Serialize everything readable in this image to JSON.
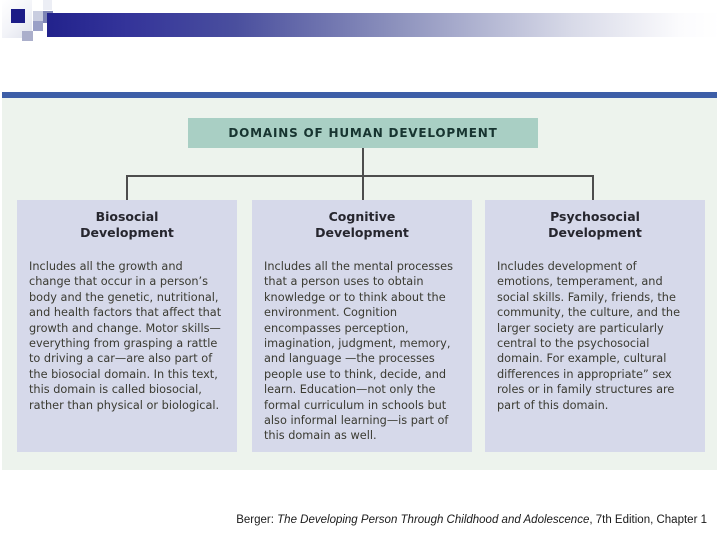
{
  "decoration": {
    "navy_square_color": "#1c1c87",
    "bar_gradient_start": "#22228c",
    "bar_gradient_end": "#ffffff"
  },
  "colors": {
    "blue_rule": "#3d5ea7",
    "panel_bg": "#edf3ed",
    "title_box_bg": "#a9cfc4",
    "domain_box_bg": "#d6d9ea",
    "connector": "#4d4d4d"
  },
  "diagram": {
    "title": "DOMAINS OF HUMAN DEVELOPMENT",
    "boxes": [
      {
        "heading_line1": "Biosocial",
        "heading_line2": "Development",
        "body": "Includes all the growth and change that occur in a person’s body and the genetic, nutritional, and health factors that affect that growth and change. Motor skills—everything from grasping a rattle to driving a car—are also part of the biosocial domain. In this text, this domain is called biosocial, rather than physical or biological."
      },
      {
        "heading_line1": "Cognitive",
        "heading_line2": "Development",
        "body": "Includes all the mental processes that a person uses to obtain knowledge or to think about the environment. Cognition encompasses perception, imagination, judgment, memory, and language —the processes people use to think, decide, and learn. Education—not only the formal curriculum in schools but also informal learning—is part of this domain as well."
      },
      {
        "heading_line1": "Psychosocial",
        "heading_line2": "Development",
        "body": "Includes development of emotions, temperament, and social skills. Family, friends, the community, the culture, and the larger society are particularly central to the psychosocial domain. For example, cultural differences in appropriate” sex roles or in family structures are part of this domain."
      }
    ]
  },
  "footer": {
    "prefix": "Berger: ",
    "book_title": "The Developing Person Through Childhood and Adolescence",
    "suffix": ", 7th Edition, Chapter 1"
  }
}
